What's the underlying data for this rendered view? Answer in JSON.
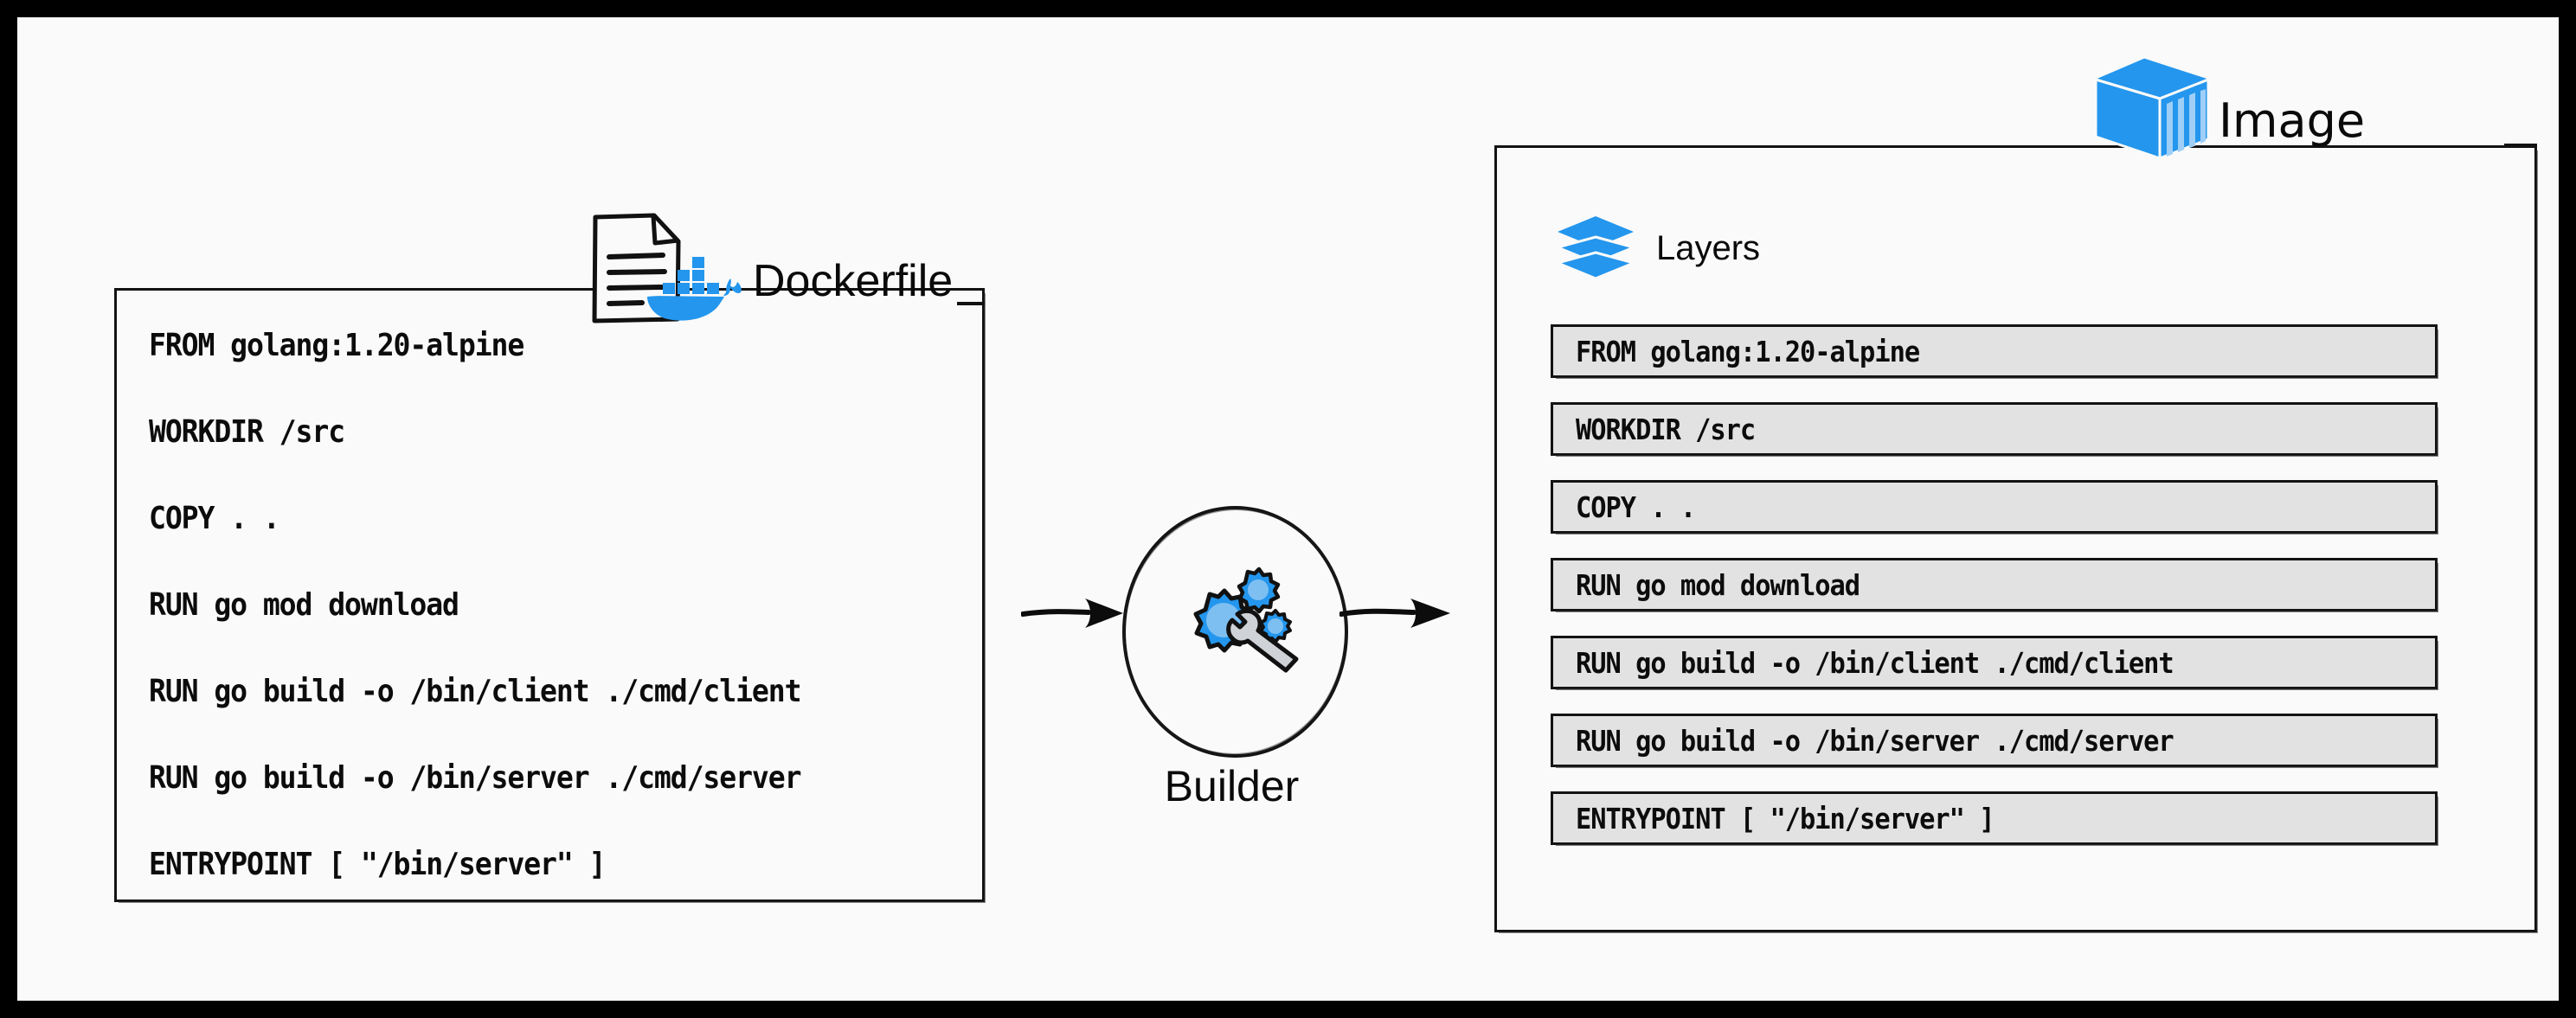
{
  "diagram": {
    "title": "Docker image build flow",
    "colors": {
      "docker_blue": "#2496ed",
      "docker_blue_light": "#7ebff2",
      "background": "#fafafa",
      "layer_fill": "#e2e2e2",
      "ink": "#121212",
      "frame": "#000000"
    }
  },
  "dockerfile": {
    "label": "Dockerfile",
    "doc_icon_name": "document-icon",
    "whale_icon_name": "docker-whale-icon",
    "lines": [
      "FROM golang:1.20-alpine",
      "WORKDIR /src",
      "COPY . .",
      "RUN go mod download",
      "RUN go build -o /bin/client ./cmd/client",
      "RUN go build -o /bin/server ./cmd/server",
      "ENTRYPOINT [ \"/bin/server\" ]"
    ]
  },
  "builder": {
    "label": "Builder",
    "icon_name": "gears-wrench-icon"
  },
  "arrows": {
    "in_name": "arrow-dockerfile-to-builder",
    "out_name": "arrow-builder-to-image"
  },
  "image": {
    "label": "Image",
    "icon_name": "container-icon",
    "layers_heading": "Layers",
    "layers_icon_name": "layers-stack-icon",
    "layers": [
      "FROM golang:1.20-alpine",
      "WORKDIR /src",
      "COPY . .",
      "RUN go mod download",
      "RUN go build -o /bin/client ./cmd/client",
      "RUN go build -o /bin/server ./cmd/server",
      "ENTRYPOINT [ \"/bin/server\" ]"
    ]
  }
}
